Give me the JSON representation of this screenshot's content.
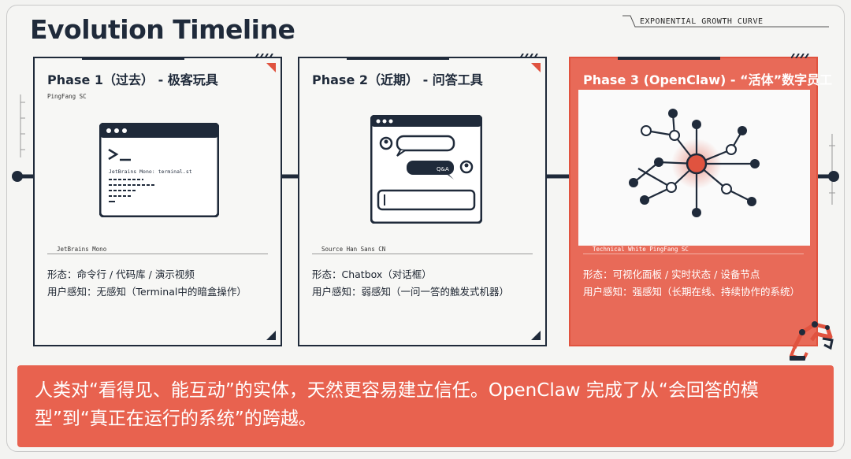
{
  "title": "Evolution Timeline",
  "curve_label": "EXPONENTIAL GROWTH CURVE",
  "colors": {
    "navy": "#1f2a3a",
    "accent": "#e0533f",
    "accent_fill": "#e86a58",
    "background": "#f3f3f1"
  },
  "phases": [
    {
      "title": "Phase 1（过去） - 极客玩具",
      "font_tag_top": "PingFang SC",
      "window_caption": "JetBrains Mono: terminal.st",
      "font_tag": "JetBrains Mono",
      "form": "形态：命令行 / 代码库 / 演示视频",
      "perception": "用户感知：无感知（Terminal中的暗盒操作）",
      "icon": "terminal-window-icon"
    },
    {
      "title": "Phase 2（近期） - 问答工具",
      "font_tag_top": "",
      "chat_badge": "Q&A",
      "font_tag": "Source Han Sans CN",
      "form": "形态：Chatbox（对话框）",
      "perception": "用户感知：弱感知（一问一答的触发式机器）",
      "icon": "chat-window-icon"
    },
    {
      "title": "Phase 3 (OpenClaw) - “活体”数字员工",
      "font_tag": "Technical White PingFang SC",
      "form": "形态：可视化面板 / 实时状态 / 设备节点",
      "perception": "用户感知：强感知（长期在线、持续协作的系统）",
      "icon": "network-graph-icon"
    }
  ],
  "banner": "人类对“看得见、能互动”的实体，天然更容易建立信任。OpenClaw 完成了从“会回答的模型”到“真正在运行的系统”的跨越。"
}
